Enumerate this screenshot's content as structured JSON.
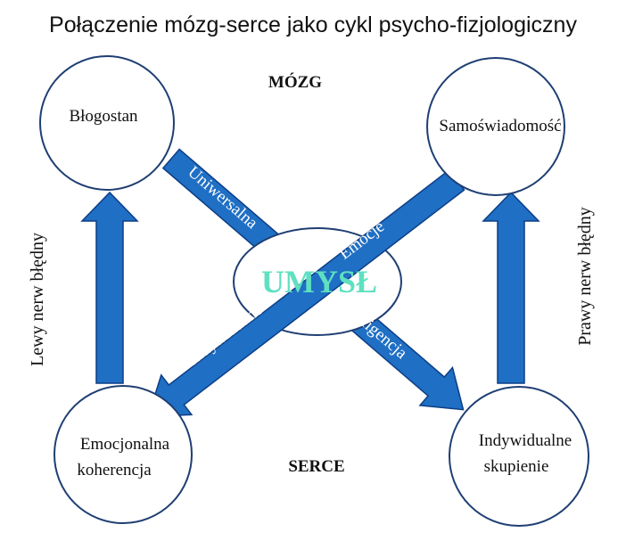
{
  "title": "Połączenie mózg-serce jako cykl psycho-fizjologiczny",
  "labels": {
    "brain": "MÓZG",
    "heart": "SERCE",
    "mind": "UMYSŁ",
    "left_nerve": "Lewy nerw błędny",
    "right_nerve": "Prawy nerw błędny"
  },
  "nodes": {
    "top_left": "Błogostan",
    "top_right": "Samoświadomość",
    "bottom_left": [
      "Emocjonalna",
      "koherencja"
    ],
    "bottom_right": [
      "Indywidualne",
      "skupienie"
    ]
  },
  "arrows": {
    "diag_down_right_upper": "Uniwersalna",
    "diag_down_right_lower": "Inteligencja",
    "diag_down_left_upper": "Emocje",
    "diag_down_left_lower": "Indywiduane"
  },
  "colors": {
    "arrow_fill": "#1f6fc4",
    "arrow_stroke": "#0d3e86",
    "circle_stroke": "#1f3f73",
    "mind_text": "#5fe0c0"
  }
}
